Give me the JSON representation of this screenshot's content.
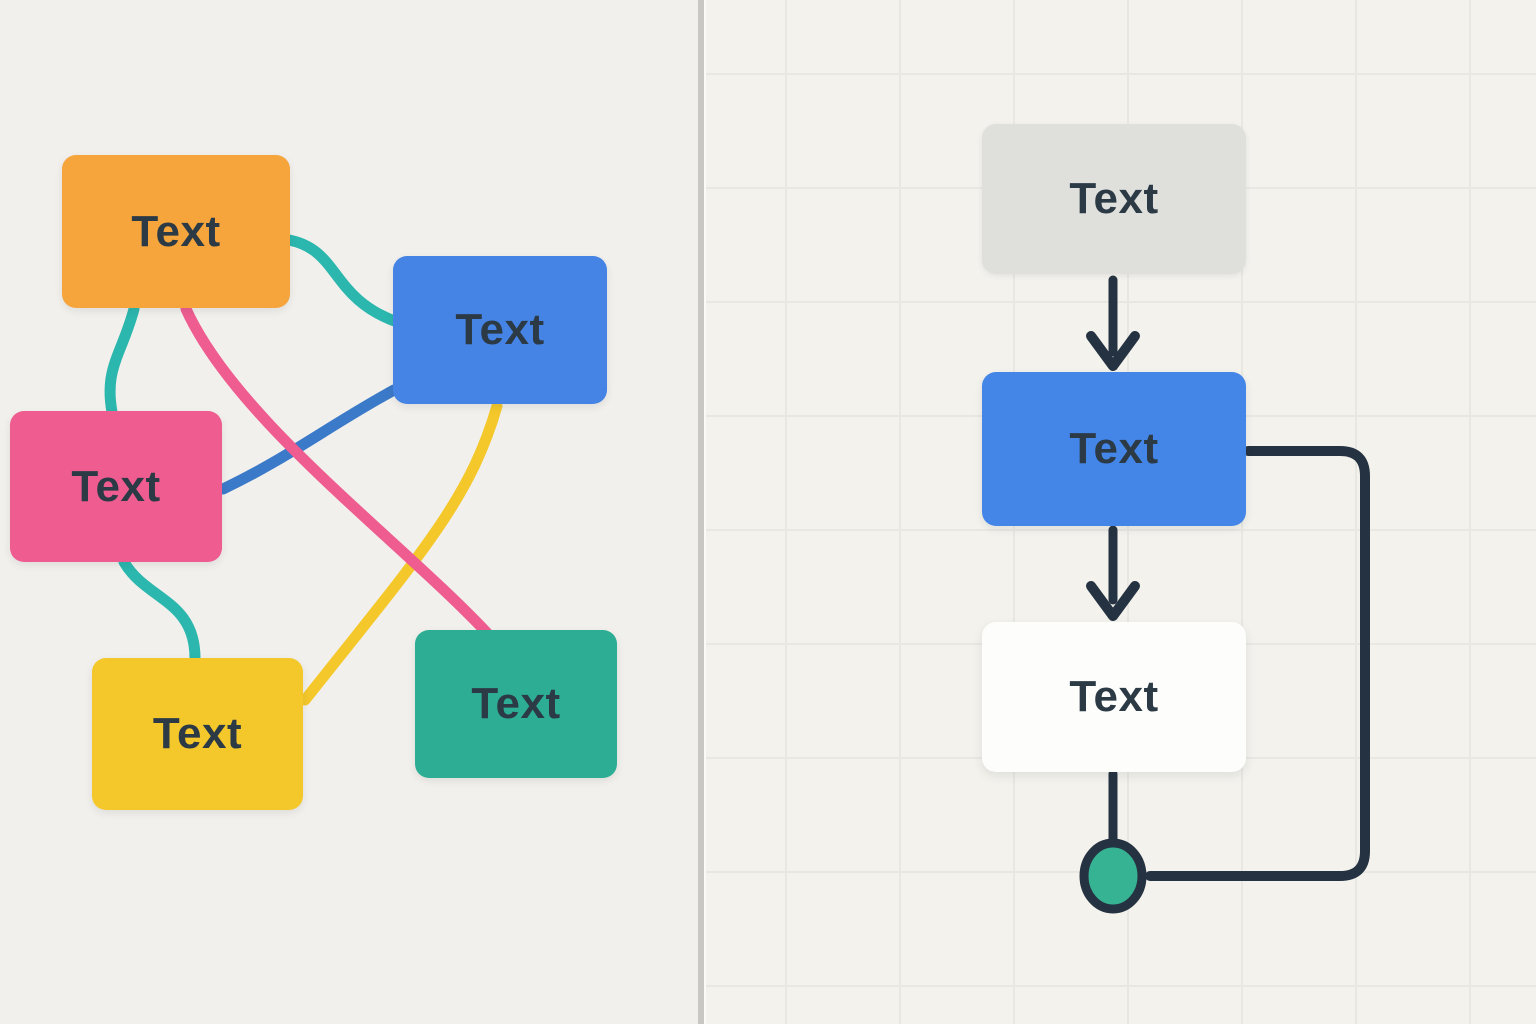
{
  "illustration": {
    "theme": "messy freeform diagram vs clean flowchart",
    "left_panel": {
      "name": "freeform-diagram",
      "background": "#F2F0EC",
      "nodes": [
        {
          "id": "orange",
          "label": "Text",
          "color": "#F5A53B"
        },
        {
          "id": "blue",
          "label": "Text",
          "color": "#4584E4"
        },
        {
          "id": "pink",
          "label": "Text",
          "color": "#EE5C90"
        },
        {
          "id": "yellow",
          "label": "Text",
          "color": "#F4C82B"
        },
        {
          "id": "green",
          "label": "Text",
          "color": "#2CAD94"
        }
      ],
      "edges": [
        {
          "from": "orange",
          "to": "blue",
          "color": "#2BB7AE"
        },
        {
          "from": "orange",
          "to": "pink",
          "color": "#2BB7AE"
        },
        {
          "from": "pink",
          "to": "yellow",
          "color": "#2BB7AE"
        },
        {
          "from": "orange",
          "to": "green",
          "color": "#EE5C90"
        },
        {
          "from": "blue",
          "to": "pink",
          "color": "#3B79C9"
        },
        {
          "from": "blue",
          "to": "yellow",
          "color": "#F4C72B"
        }
      ]
    },
    "right_panel": {
      "name": "flowchart",
      "background": "#F3F2ED",
      "grid_color": "#E9E7E2",
      "nodes": [
        {
          "id": "start",
          "label": "Text",
          "color": "#DFDFDB"
        },
        {
          "id": "middle",
          "label": "Text",
          "color": "#4486E8"
        },
        {
          "id": "end",
          "label": "Text",
          "color": "#FDFDFB"
        }
      ],
      "connector_color": "#253241",
      "terminal_color": "#35B392",
      "flow": [
        "start -> middle",
        "middle -> end",
        "end -> terminal",
        "terminal loops back to middle"
      ]
    },
    "divider_color": "#C8C7C3",
    "text_color": "#2C3A46"
  }
}
